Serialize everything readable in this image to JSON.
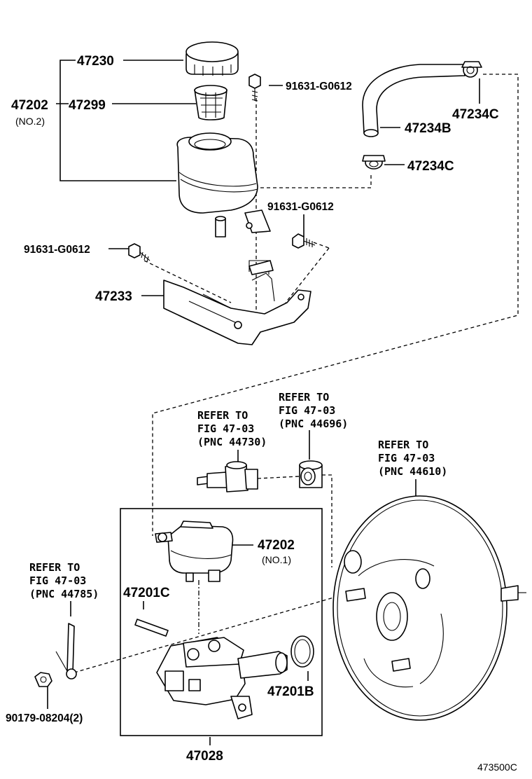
{
  "parts": {
    "reservoir_cap": "47230",
    "reservoir_assy": "47202",
    "reservoir_assy_note": "(NO.2)",
    "strainer": "47299",
    "bolt_top": "91631-G0612",
    "hose": "47234B",
    "clip_upper": "47234C",
    "clip_lower": "47234C",
    "bolt_right": "91631-G0612",
    "bolt_left": "91631-G0612",
    "bracket": "47233",
    "reservoir_sub": "47202",
    "reservoir_sub_note": "(NO.1)",
    "pin": "47201C",
    "o_ring": "47201B",
    "master_cylinder": "47028",
    "nut": "90179-08204(2)"
  },
  "references": {
    "ref_44730": [
      "REFER TO",
      "FIG 47-03",
      "(PNC 44730)"
    ],
    "ref_44696": [
      "REFER TO",
      "FIG 47-03",
      "(PNC 44696)"
    ],
    "ref_44610": [
      "REFER TO",
      "FIG 47-03",
      "(PNC 44610)"
    ],
    "ref_44785": [
      "REFER TO",
      "FIG 47-03",
      "(PNC 44785)"
    ]
  },
  "figure_code": "473500C"
}
